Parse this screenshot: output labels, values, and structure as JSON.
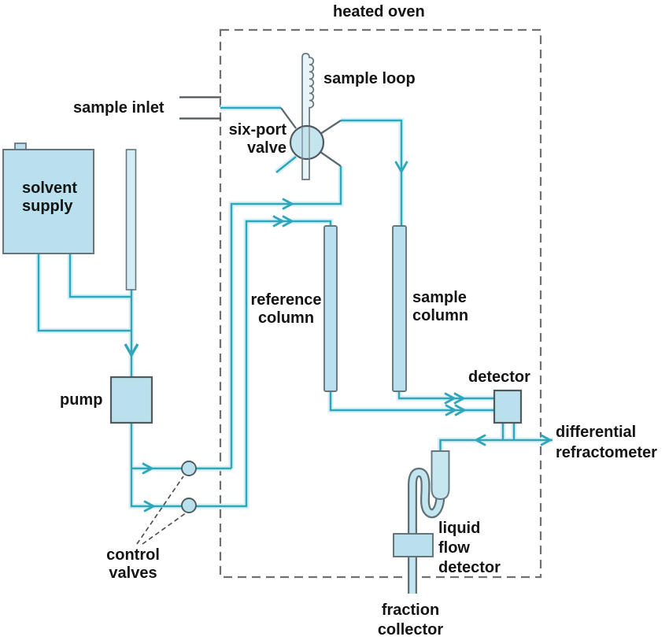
{
  "diagram": {
    "title": "heated oven",
    "type": "schematic",
    "subject": "gel-permeation chromatography system",
    "labels": {
      "heated_oven": "heated oven",
      "sample_loop": "sample loop",
      "sample_inlet": "sample inlet",
      "six_port_valve": "six-port\nvalve",
      "solvent_supply": "solvent\nsupply",
      "reference_column": "reference\ncolumn",
      "sample_column": "sample\ncolumn",
      "pump": "pump",
      "control_valves": "control\nvalves",
      "detector": "detector",
      "differential_refractometer": "differential\nrefractometer",
      "liquid_flow_detector": "liquid\nflow\ndetector",
      "fraction_collector": "fraction\ncollector"
    },
    "colors": {
      "flow_line": "#2fa6ba",
      "flow_halo": "#d9f1f6",
      "component_fill": "#b9e0ec",
      "component_fill_light": "#d4ecf4",
      "outline_gray": "#66767c",
      "outline_dark": "#4f5a5e",
      "dashed_border": "#707070",
      "text": "#141414",
      "background": "#ffffff"
    }
  }
}
